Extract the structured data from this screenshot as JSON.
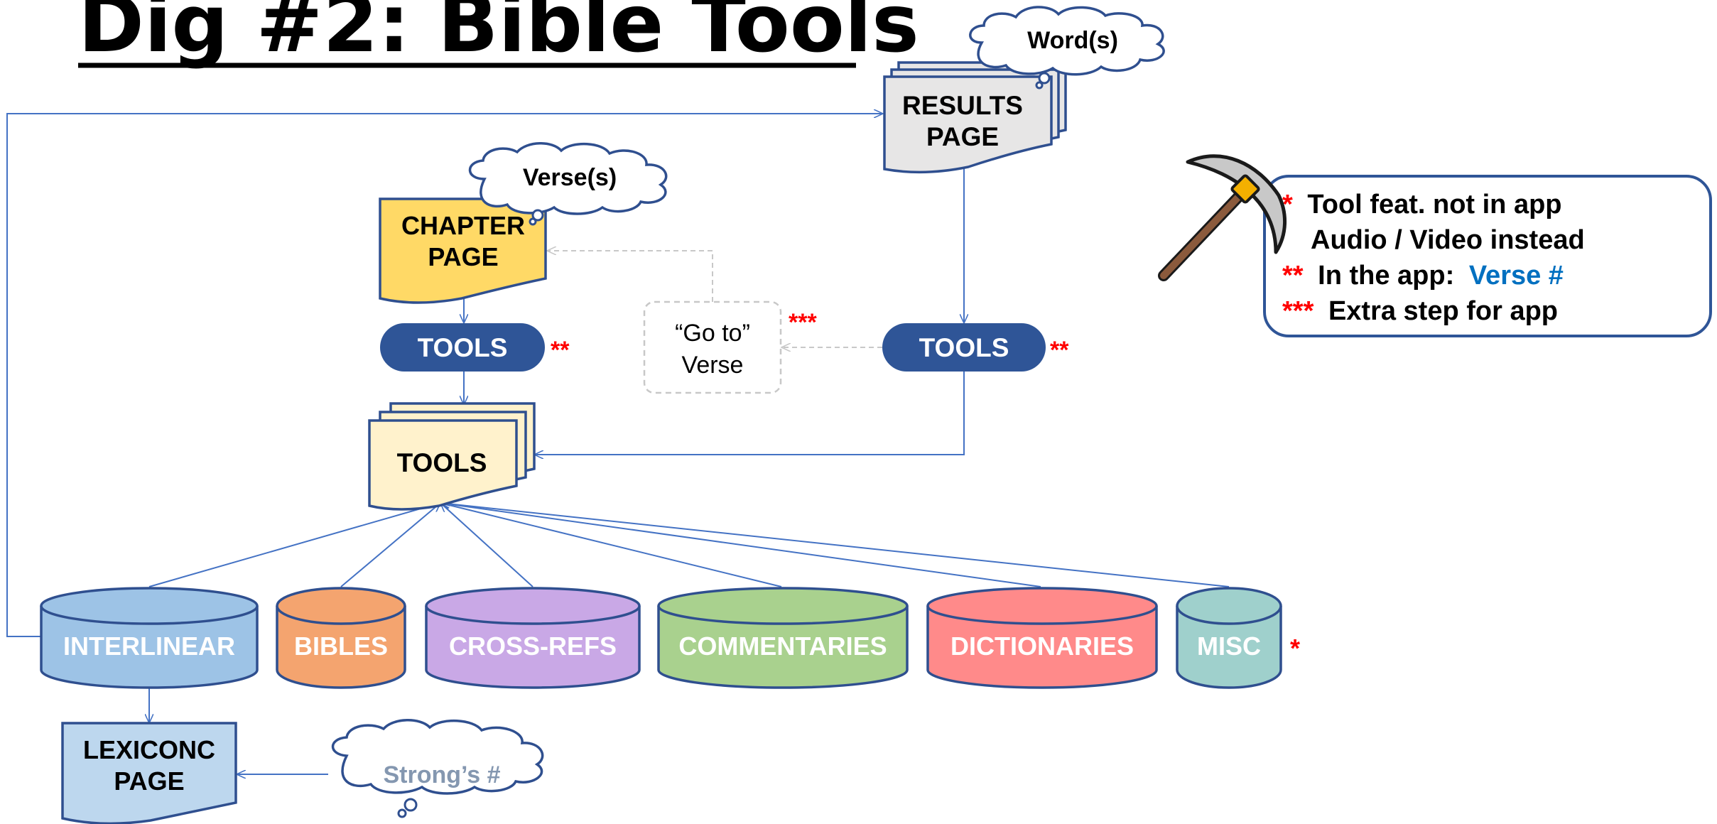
{
  "title": "Dig #2: Bible Tools",
  "clouds": {
    "words": "Word(s)",
    "verses": "Verse(s)",
    "strongs": "Strong’s #"
  },
  "pages": {
    "results": [
      "RESULTS",
      "PAGE"
    ],
    "chapter": [
      "CHAPTER",
      "PAGE"
    ],
    "tools": "TOOLS",
    "lexicon": [
      "LEXICONC",
      "PAGE"
    ]
  },
  "buttons": {
    "tools_left": "TOOLS",
    "tools_right": "TOOLS",
    "marker": "**"
  },
  "goto": {
    "line1": "“Go to”",
    "line2": "Verse",
    "marker": "***"
  },
  "databases": [
    {
      "key": "interlinear",
      "label": "INTERLINEAR",
      "fill": "#9dc3e6"
    },
    {
      "key": "bibles",
      "label": "BIBLES",
      "fill": "#f4a46f"
    },
    {
      "key": "cross-refs",
      "label": "CROSS-REFS",
      "fill": "#c9a8e6"
    },
    {
      "key": "commentaries",
      "label": "COMMENTARIES",
      "fill": "#a9d18e"
    },
    {
      "key": "dictionaries",
      "label": "DICTIONARIES",
      "fill": "#ff8a8a"
    },
    {
      "key": "misc",
      "label": "MISC",
      "fill": "#9fd0cc"
    }
  ],
  "misc_marker": "*",
  "legend": {
    "line1_marker": "*",
    "line1_text": "Tool feat. not in app",
    "line2_text": "Audio / Video instead",
    "line3_marker": "**",
    "line3_text": "In the app:",
    "line3_highlight": "Verse #",
    "line4_marker": "***",
    "line4_text": "Extra step for app"
  },
  "colors": {
    "navy": "#2f5597",
    "outline": "#2f4f8f",
    "connector": "#4472c4",
    "accent_red": "#ff0000",
    "accent_blue": "#0070c0",
    "chapter_fill": "#ffd966",
    "tools_fill": "#fff2cc",
    "results_fill": "#e7e6e6",
    "lexicon_fill": "#bdd7ee"
  }
}
